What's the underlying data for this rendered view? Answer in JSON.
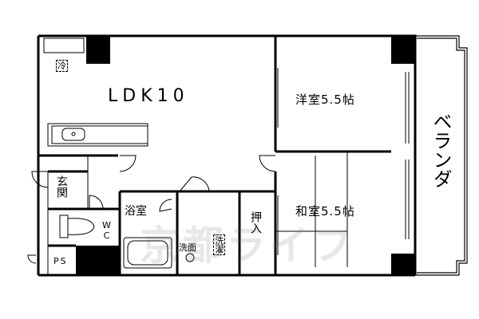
{
  "rooms": {
    "ldk": "LDK10",
    "western": "洋室5.5帖",
    "japanese": "和室5.5帖",
    "balcony": "ベランダ",
    "entrance": "玄関",
    "bath": "浴室",
    "wc": "WC",
    "washroom": "洗面",
    "laundry": "洗濯",
    "closet": "押入",
    "ps": "PS",
    "fridge": "冷"
  },
  "watermark": "京都ライフ"
}
